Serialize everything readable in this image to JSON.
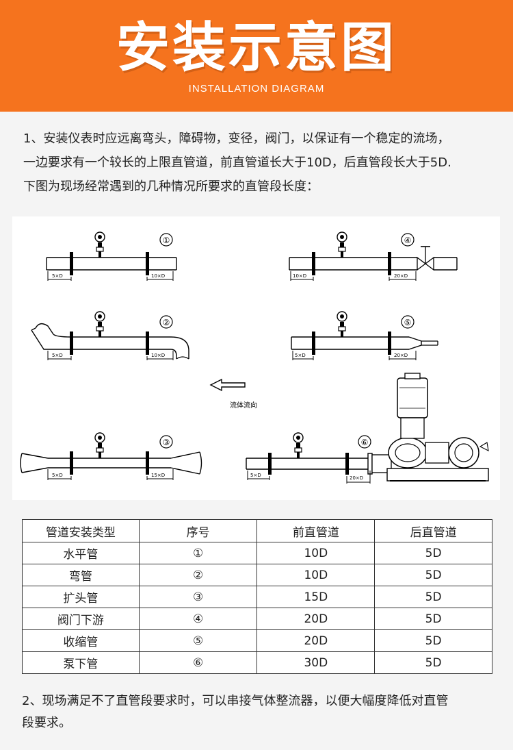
{
  "header": {
    "title": "安装示意图",
    "subtitle": "INSTALLATION DIAGRAM"
  },
  "intro": {
    "line1": "1、安装仪表时应远离弯头，障碍物，变径，阀门，以保证有一个稳定的流场，",
    "line2": "一边要求有一个较长的上限直管道，前直管道长大于10D，后直管段长大于5D.",
    "line3": "下图为现场经常遇到的几种情况所要求的直管段长度："
  },
  "diagram": {
    "flow_label": "流体流向",
    "markers": [
      "①",
      "②",
      "③",
      "④",
      "⑤",
      "⑥"
    ],
    "dims": {
      "d1_front": "5×D",
      "d1_back": "10×D",
      "d2_front": "5×D",
      "d2_back": "10×D",
      "d3_front": "5×D",
      "d3_back": "15×D",
      "d4_front": "10×D",
      "d4_back": "20×D",
      "d5_front": "5×D",
      "d5_back": "20×D",
      "d6_front": "5×D",
      "d6_back": "20×D"
    }
  },
  "table": {
    "headers": [
      "管道安装类型",
      "序号",
      "前直管道",
      "后直管道"
    ],
    "rows": [
      [
        "水平管",
        "①",
        "10D",
        "5D"
      ],
      [
        "弯管",
        "②",
        "10D",
        "5D"
      ],
      [
        "扩头管",
        "③",
        "15D",
        "5D"
      ],
      [
        "阀门下游",
        "④",
        "20D",
        "5D"
      ],
      [
        "收缩管",
        "⑤",
        "20D",
        "5D"
      ],
      [
        "泵下管",
        "⑥",
        "30D",
        "5D"
      ]
    ]
  },
  "outro": {
    "line1": "2、现场满足不了直管段要求时，可以串接气体整流器，以便大幅度降低对直管",
    "line2": "段要求。"
  },
  "colors": {
    "banner": "#f5731e",
    "page": "#f4f4f4"
  }
}
